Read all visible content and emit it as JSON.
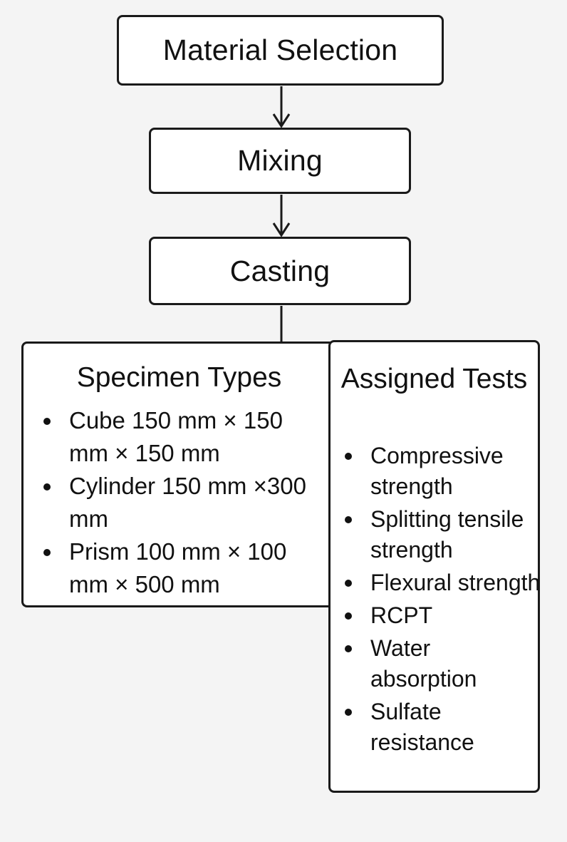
{
  "flowchart": {
    "steps": [
      {
        "label": "Material Selection"
      },
      {
        "label": "Mixing"
      },
      {
        "label": "Casting"
      }
    ],
    "specimen_types": {
      "title": "Specimen Types",
      "items": [
        "Cube 150 mm × 150 mm × 150 mm",
        "Cylinder 150 mm ×300 mm",
        "Prism 100 mm × 100 mm × 500 mm"
      ]
    },
    "assigned_tests": {
      "title": "Assigned Tests",
      "items": [
        "Compressive strength",
        "Splitting tensile strength",
        "Flexural strength",
        "RCPT",
        "Water absorption",
        "Sulfate resistance"
      ]
    }
  }
}
